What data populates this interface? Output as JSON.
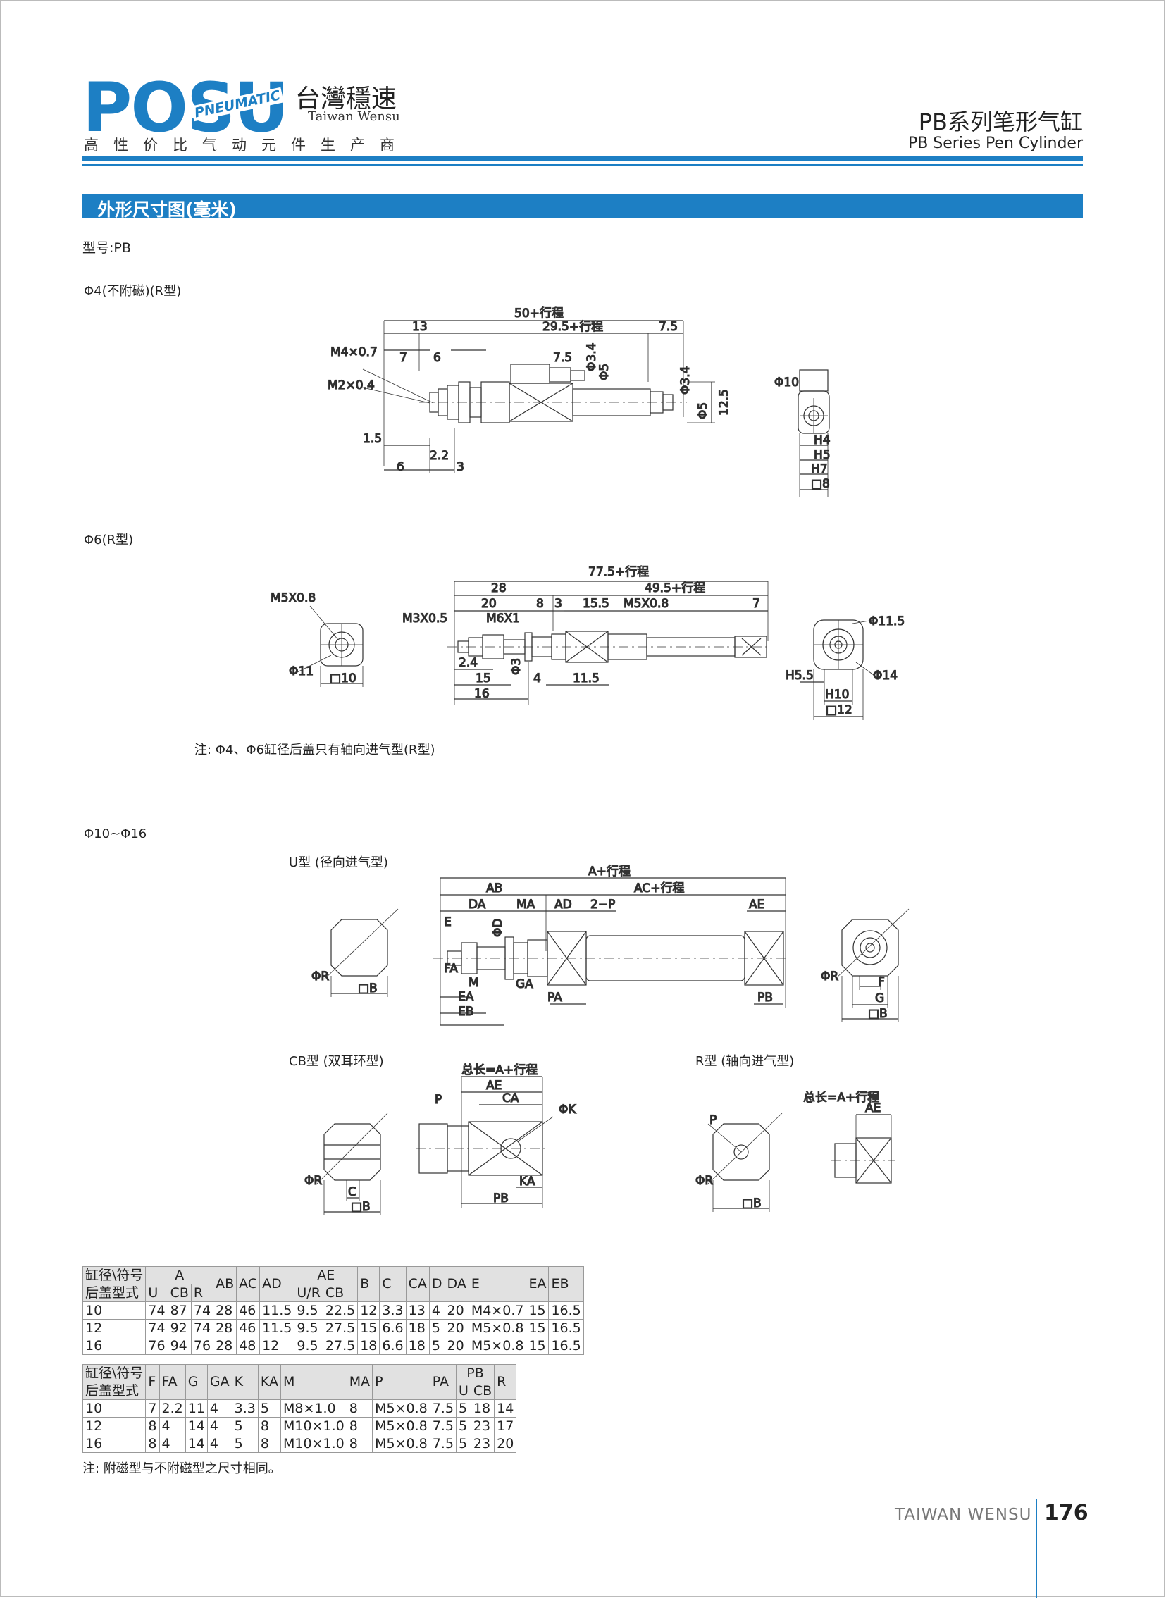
{
  "header": {
    "logo_word": "POSU",
    "logo_sub": "PNEUMATIC",
    "company_cn": "台灣穩速",
    "company_en": "Taiwan Wensu",
    "slogan": "高性价比气动元件生产商",
    "series_cn": "PB系列笔形气缸",
    "series_en": "PB Series Pen Cylinder"
  },
  "section_title": "外形尺寸图(毫米)",
  "model_label": "型号:PB",
  "phi4": {
    "heading": "Φ4(不附磁)(R型)",
    "dims": [
      "50+行程",
      "13",
      "29.5+行程",
      "7.5",
      "M4×0.7",
      "7",
      "6",
      "7.5",
      "Φ3.4",
      "Φ5",
      "M2×0.4",
      "Φ3.4",
      "Φ5",
      "12.5",
      "1.5",
      "2.2",
      "6",
      "3"
    ],
    "end_dims": [
      "Φ10",
      "H4",
      "H5",
      "H7",
      "□8"
    ]
  },
  "phi6": {
    "heading": "Φ6(R型)",
    "end_left": [
      "M5X0.8",
      "Φ11",
      "□10"
    ],
    "dims": [
      "77.5+行程",
      "28",
      "49.5+行程",
      "20",
      "8",
      "3",
      "15.5",
      "M5X0.8",
      "7",
      "M3X0.5",
      "M6X1",
      "Φ3",
      "2.4",
      "15",
      "4",
      "11.5",
      "16"
    ],
    "end_right": [
      "Φ11.5",
      "Φ14",
      "H5.5",
      "H10",
      "□12"
    ],
    "note": "注: Φ4、Φ6缸径后盖只有轴向进气型(R型)"
  },
  "phi10": {
    "heading": "Φ10~Φ16",
    "u_type": {
      "label": "U型 (径向进气型)",
      "end_left": [
        "ΦR",
        "□B"
      ],
      "dims": [
        "A+行程",
        "AB",
        "AC+行程",
        "DA",
        "MA",
        "AD",
        "2-P",
        "AE",
        "E",
        "ΦD",
        "FA",
        "M",
        "GA",
        "EA",
        "EB",
        "PA",
        "PB"
      ],
      "end_right": [
        "ΦR",
        "F",
        "G",
        "□B"
      ]
    },
    "cb_type": {
      "label": "CB型 (双耳环型)",
      "end": [
        "ΦR",
        "C",
        "□B"
      ],
      "dims": [
        "总长=A+行程",
        "AE",
        "CA",
        "P",
        "ΦK",
        "KA",
        "PB"
      ]
    },
    "r_type": {
      "label": "R型 (轴向进气型)",
      "end": [
        "P",
        "ΦR",
        "□B"
      ],
      "dims": [
        "总长=A+行程",
        "AE"
      ]
    }
  },
  "table1": {
    "head_row1": [
      "缸径\\符号",
      "A",
      "AB",
      "AC",
      "AD",
      "AE",
      "B",
      "C",
      "CA",
      "D",
      "DA",
      "E",
      "EA",
      "EB"
    ],
    "head_row2": [
      "后盖型式",
      "U",
      "CB",
      "R",
      "U/R",
      "CB"
    ],
    "rows": [
      [
        "10",
        "74",
        "87",
        "74",
        "28",
        "46",
        "11.5",
        "9.5",
        "22.5",
        "12",
        "3.3",
        "13",
        "4",
        "20",
        "M4×0.7",
        "15",
        "16.5"
      ],
      [
        "12",
        "74",
        "92",
        "74",
        "28",
        "46",
        "11.5",
        "9.5",
        "27.5",
        "15",
        "6.6",
        "18",
        "5",
        "20",
        "M5×0.8",
        "15",
        "16.5"
      ],
      [
        "16",
        "76",
        "94",
        "76",
        "28",
        "48",
        "12",
        "9.5",
        "27.5",
        "18",
        "6.6",
        "18",
        "5",
        "20",
        "M5×0.8",
        "15",
        "16.5"
      ]
    ]
  },
  "table2": {
    "head_row1": [
      "缸径\\符号",
      "F",
      "FA",
      "G",
      "GA",
      "K",
      "KA",
      "M",
      "MA",
      "P",
      "PA",
      "PB",
      "R"
    ],
    "head_row2": [
      "后盖型式",
      "U",
      "CB"
    ],
    "rows": [
      [
        "10",
        "7",
        "2.2",
        "11",
        "4",
        "3.3",
        "5",
        "M8×1.0",
        "8",
        "M5×0.8",
        "7.5",
        "5",
        "18",
        "14"
      ],
      [
        "12",
        "8",
        "4",
        "14",
        "4",
        "5",
        "8",
        "M10×1.0",
        "8",
        "M5×0.8",
        "7.5",
        "5",
        "23",
        "17"
      ],
      [
        "16",
        "8",
        "4",
        "14",
        "4",
        "5",
        "8",
        "M10×1.0",
        "8",
        "M5×0.8",
        "7.5",
        "5",
        "23",
        "20"
      ]
    ]
  },
  "table_note": "注: 附磁型与不附磁型之尺寸相同。",
  "footer": {
    "brand": "TAIWAN WENSU",
    "page": "176"
  },
  "colors": {
    "brand_blue": "#1d7fc4",
    "table_header": "#e1e1e1"
  }
}
